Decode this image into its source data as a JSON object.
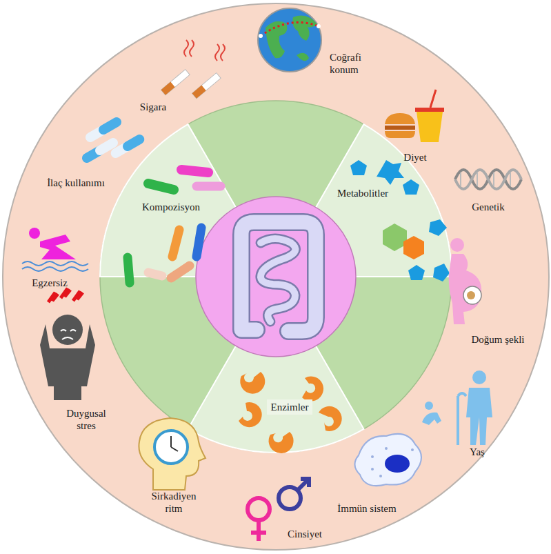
{
  "diagram": {
    "nodes": [
      {
        "text": [
          "Kompozisyon"
        ]
      },
      {
        "text": [
          "Metabolitler"
        ]
      },
      {
        "text": [
          "Enzimler"
        ]
      }
    ],
    "labels": [
      "Coğrafi konum",
      "Sigara",
      "Diyet",
      "İlaç kullanımı",
      "Genetik",
      "Egzersiz",
      "Doğum şekli",
      "Duygusal stres",
      "Yaş",
      "Sirkadiyen ritm",
      "İmmün sistem",
      "Cinsiyet"
    ]
  }
}
